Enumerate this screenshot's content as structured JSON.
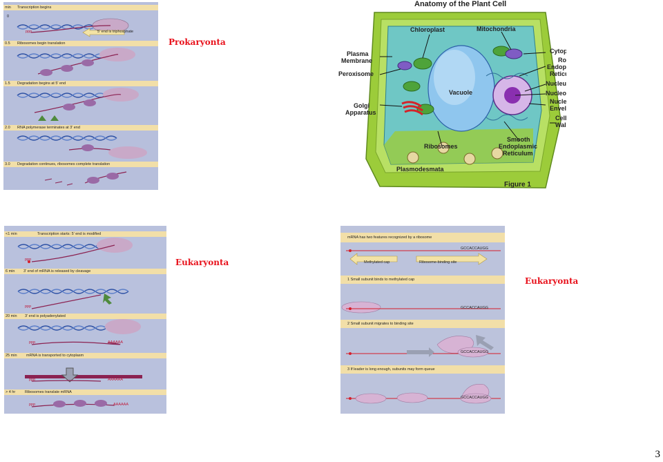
{
  "labels": {
    "prok": "Prokaryonta",
    "euk1": "Eukaryonta",
    "euk2": "Eukaryonta"
  },
  "page_number": "3",
  "prok_panel": {
    "rows": [
      {
        "time": "min",
        "text": "Transcription begins"
      },
      {
        "time": "0.5",
        "text": "Ribosomes begin translation"
      },
      {
        "time": "1.5",
        "text": "Degradation begins at 5' end"
      },
      {
        "time": "2.0",
        "text": "RNA polymerase terminates at 3' end"
      },
      {
        "time": "3.0",
        "text": "Degradation continues, ribosomes complete translation"
      }
    ],
    "first_time": "0",
    "arrow_label": "5' end is triphosphate",
    "ppp": "ppp"
  },
  "euk1_panel": {
    "rows": [
      {
        "time": "<1 min",
        "text": "Transcription starts: 5' end is modified"
      },
      {
        "time": "6 min",
        "text": "3' end of mRNA is released by cleavage"
      },
      {
        "time": "20 min",
        "text": "3' end is polyadenylated"
      },
      {
        "time": "25 min",
        "text": "mRNA is transported to cytoplasm"
      },
      {
        "time": "> 4 hr",
        "text": "Ribosomes translate mRNA"
      }
    ],
    "ppp": "ppp",
    "polya": "AAAAAA"
  },
  "euk2_panel": {
    "header": "mRNA has two features recognized by a ribosome",
    "seq": "GCCACCAUGG",
    "cap_label": "Methylated cap",
    "rbs_label": "Ribosome-binding site",
    "steps": [
      "1  Small subunit  binds to methylated cap",
      "2  Small subunit  migrates to binding site",
      "3  If leader is long enough, subunits may form queue"
    ]
  },
  "cell_panel": {
    "title": "Anatomy of the Plant Cell",
    "figure": "Figure 1",
    "labels": {
      "chloroplast": "Chloroplast",
      "mitochondria": "Mitochondria",
      "cytoplasm": "Cytoplasm",
      "plasma1": "Plasma",
      "plasma2": "Membrane",
      "peroxisome": "Peroxisome",
      "rough1": "Rough",
      "rough2": "Endoplasmic",
      "rough3": "Reticulum",
      "vacuole": "Vacuole",
      "nucleus": "Nucleus",
      "nucleolus": "Nucleolus",
      "golgi1": "Golgi",
      "golgi2": "Apparatus",
      "envelope1": "Nuclear",
      "envelope2": "Envelope",
      "cellwall1": "Cell",
      "cellwall2": "Wall",
      "smooth1": "Smooth",
      "smooth2": "Endoplasmic",
      "smooth3": "Reticulum",
      "ribosomes": "Ribosomes",
      "plasmodesmata": "Plasmodesmata"
    }
  }
}
